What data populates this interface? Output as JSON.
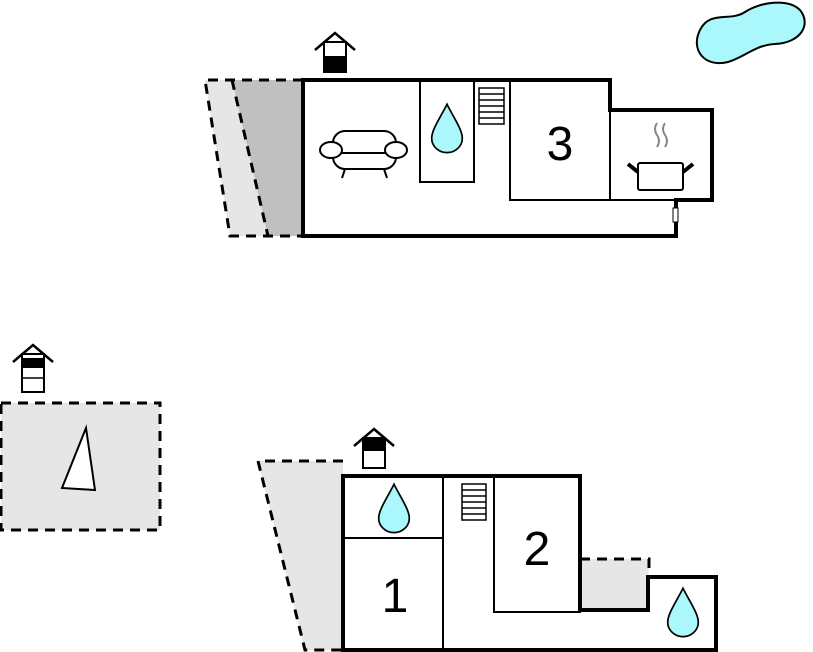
{
  "floor_plan": {
    "upper_floor": {
      "room_label": "3"
    },
    "lower_floor": {
      "room_labels": [
        "1",
        "2"
      ]
    }
  },
  "colors": {
    "water": "#aaf8fb",
    "terrace_light": "#e6e6e6",
    "terrace_dark": "#c0c0c0",
    "wall": "#000000"
  },
  "icons": [
    "entrance-house-icon",
    "water-drop-icon",
    "sofa-icon",
    "stairs-icon",
    "cooking-pot-icon",
    "pool-icon",
    "north-arrow-icon"
  ]
}
